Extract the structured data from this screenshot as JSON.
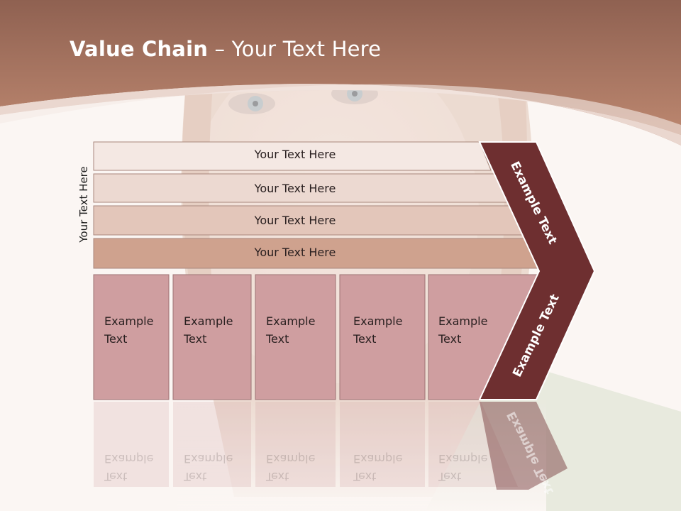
{
  "slide": {
    "title_bold": "Value Chain",
    "title_rest": " – Your Text Here",
    "side_label": "Your Text Here"
  },
  "rows": [
    {
      "label": "Your Text Here"
    },
    {
      "label": "Your Text Here"
    },
    {
      "label": "Your Text Here"
    },
    {
      "label": "Your Text Here"
    }
  ],
  "columns": [
    {
      "line1": "Example",
      "line2": "Text"
    },
    {
      "line1": "Example",
      "line2": "Text"
    },
    {
      "line1": "Example",
      "line2": "Text"
    },
    {
      "line1": "Example",
      "line2": "Text"
    },
    {
      "line1": "Example",
      "line2": "Text"
    }
  ],
  "chevron": {
    "upper_label": "Example Text",
    "lower_label": "Example Text",
    "color": "#6e2f30"
  },
  "colors": {
    "header_band": "#b07a64",
    "row_fills": [
      "#f4e8e3",
      "#ecd9d1",
      "#e3c6ba",
      "#cfa28e"
    ],
    "column_fill": "#cf9ea0"
  }
}
